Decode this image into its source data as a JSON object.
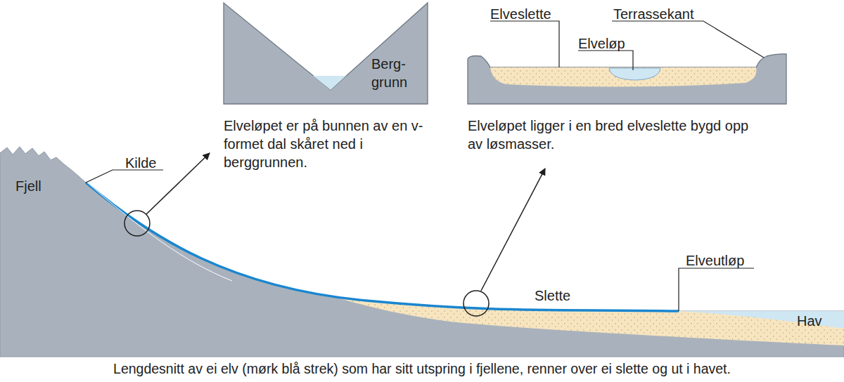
{
  "diagram": {
    "caption": "Lengdesnitt av ei elv (mørk blå strek) som har sitt utspring i fjellene, renner over ei slette og ut i havet.",
    "nodes": [
      {
        "text": [
          "Berg- grunn",
          "Elveløpet er på bunnen av en v-formet dal skåret ned i berggrunnen."
        ]
      },
      {
        "text": [
          "Elveslette",
          "Terrassekant",
          "Elveløp",
          "Elveløpet ligger i en bred elveslette bygd opp av løsmasser."
        ]
      }
    ],
    "labels": [
      "Fjell",
      "Kilde",
      "Slette",
      "Elveutløp",
      "Hav"
    ]
  }
}
